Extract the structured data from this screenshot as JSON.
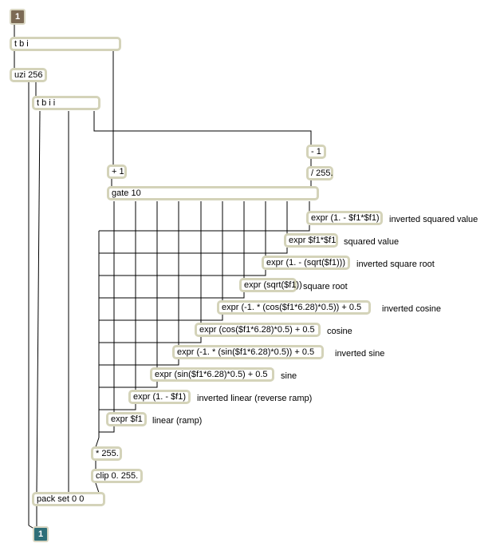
{
  "inlet": {
    "number": "1"
  },
  "outlet": {
    "number": "1"
  },
  "objects": {
    "tbi": "t b i",
    "uzi": "uzi 256",
    "tbii": "t b i i",
    "minus1": "- 1",
    "plus1": "+ 1",
    "div255": "/ 255.",
    "gate": "gate 10",
    "expr_invsq": "expr (1. - $f1*$f1)",
    "expr_sq": "expr $f1*$f1",
    "expr_invsqrt": "expr (1. - (sqrt($f1)))",
    "expr_sqrt": "expr (sqrt($f1))",
    "expr_invcos": "expr (-1. * (cos($f1*6.28)*0.5)) + 0.5",
    "expr_cos": "expr (cos($f1*6.28)*0.5) + 0.5",
    "expr_invsin": "expr (-1. * (sin($f1*6.28)*0.5)) + 0.5",
    "expr_sin": "expr (sin($f1*6.28)*0.5) + 0.5",
    "expr_invlin": "expr (1. - $f1)",
    "expr_lin": "expr $f1",
    "mul255": "* 255.",
    "clip": "clip 0. 255.",
    "pack": "pack set 0 0"
  },
  "comments": {
    "invsq": "inverted squared value",
    "sq": "squared value",
    "invsqrt": "inverted square root",
    "sqrt": "square root",
    "invcos": "inverted cosine",
    "cos": "cosine",
    "invsin": "inverted sine",
    "sin": "sine",
    "invlin": "inverted linear (reverse ramp)",
    "lin": "linear (ramp)"
  },
  "colors": {
    "box_border": "#d4d3b9",
    "wire": "#000000",
    "inlet": "#7c6a55",
    "outlet": "#2f6f78"
  }
}
